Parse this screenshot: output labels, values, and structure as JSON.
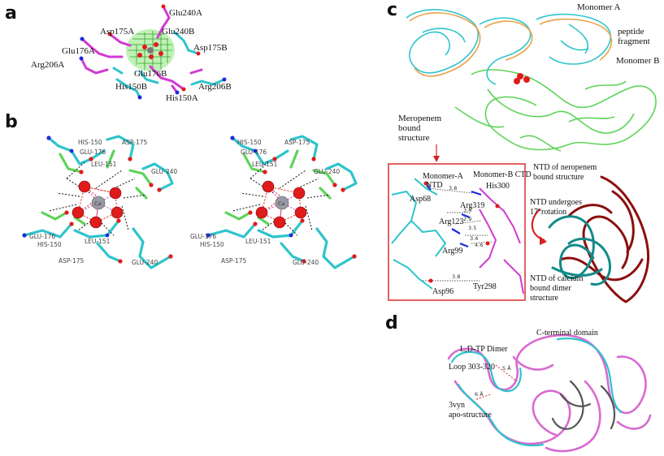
{
  "panels": {
    "a": {
      "letter": "a",
      "labels": {
        "glu240a": "Glu240A",
        "asp175a": "Asp175A",
        "glu240b": "Glu240B",
        "glu176a": "Glu176A",
        "arg206a": "Arg206A",
        "asp175b": "Asp175B",
        "glu176b": "Glu176B",
        "his150b": "His150B",
        "arg206b": "Arg206B",
        "his150a": "His150A"
      }
    },
    "b": {
      "letter": "b",
      "metal_label": "Ca",
      "labels": {
        "his150_top": "HIS-150",
        "glu176_top": "GLU-176",
        "asp175_top": "ASP-175",
        "leu151_top": "LEU-151",
        "glu240_top": "GLU-240",
        "glu176_bot": "GLU-176",
        "his150_bot": "HIS-150",
        "leu151_bot": "LEU-151",
        "asp175_bot": "ASP-175",
        "glu240_bot": "GLU-240"
      }
    },
    "c": {
      "letter": "c",
      "labels": {
        "monomer_a": "Monomer A",
        "peptide_1": "peptide",
        "peptide_2": "fragment",
        "monomer_b": "Monomer B",
        "meropenem_1": "Meropenem",
        "meropenem_2": "bound",
        "meropenem_3": "structure"
      },
      "inset": {
        "monomer_a_ntd_1": "Monomer-A",
        "monomer_a_ntd_2": "NTD",
        "monomer_b_ctd": "Monomer-B CTD",
        "his300": "His300",
        "asp68": "Asp68",
        "arg319": "Arg319",
        "arg123": "Arg123",
        "arg99": "Arg99",
        "asp96": "Asp96",
        "tyr298": "Tyr298",
        "d38a": "3.8",
        "d34": "3.4",
        "d29": "2.9",
        "d35": "3.5",
        "d34b": "3.4",
        "d46": "4.6",
        "d38b": "3.8"
      },
      "ntd": {
        "neropenem_1": "NTD of neropenem",
        "neropenem_2": "bound structure",
        "undergoes_1": "NTD undergoes",
        "undergoes_2": "17°rotation",
        "calcium_1": "NTD of calcium",
        "calcium_2": "bound dimer",
        "calcium_3": "structure"
      }
    },
    "d": {
      "letter": "d",
      "labels": {
        "ld_tp_dimer": "L,D-TP Dimer",
        "c_terminal": "C-terminal domain",
        "loop": "Loop 303-320",
        "apo_1": "3vyn",
        "apo_2": "apo-structure",
        "dist_1": "5 Å",
        "dist_2": "6 Å"
      }
    }
  },
  "colors": {
    "cyan": "#2ec4cc",
    "magenta": "#d23ad2",
    "green": "#5fd35a",
    "orange": "#e8a24a",
    "darkred": "#8b0e0e",
    "teal": "#138a8a",
    "pink": "#d86ad0",
    "oxygen": "#e01b1b",
    "nitrogen": "#1c2bd8"
  }
}
